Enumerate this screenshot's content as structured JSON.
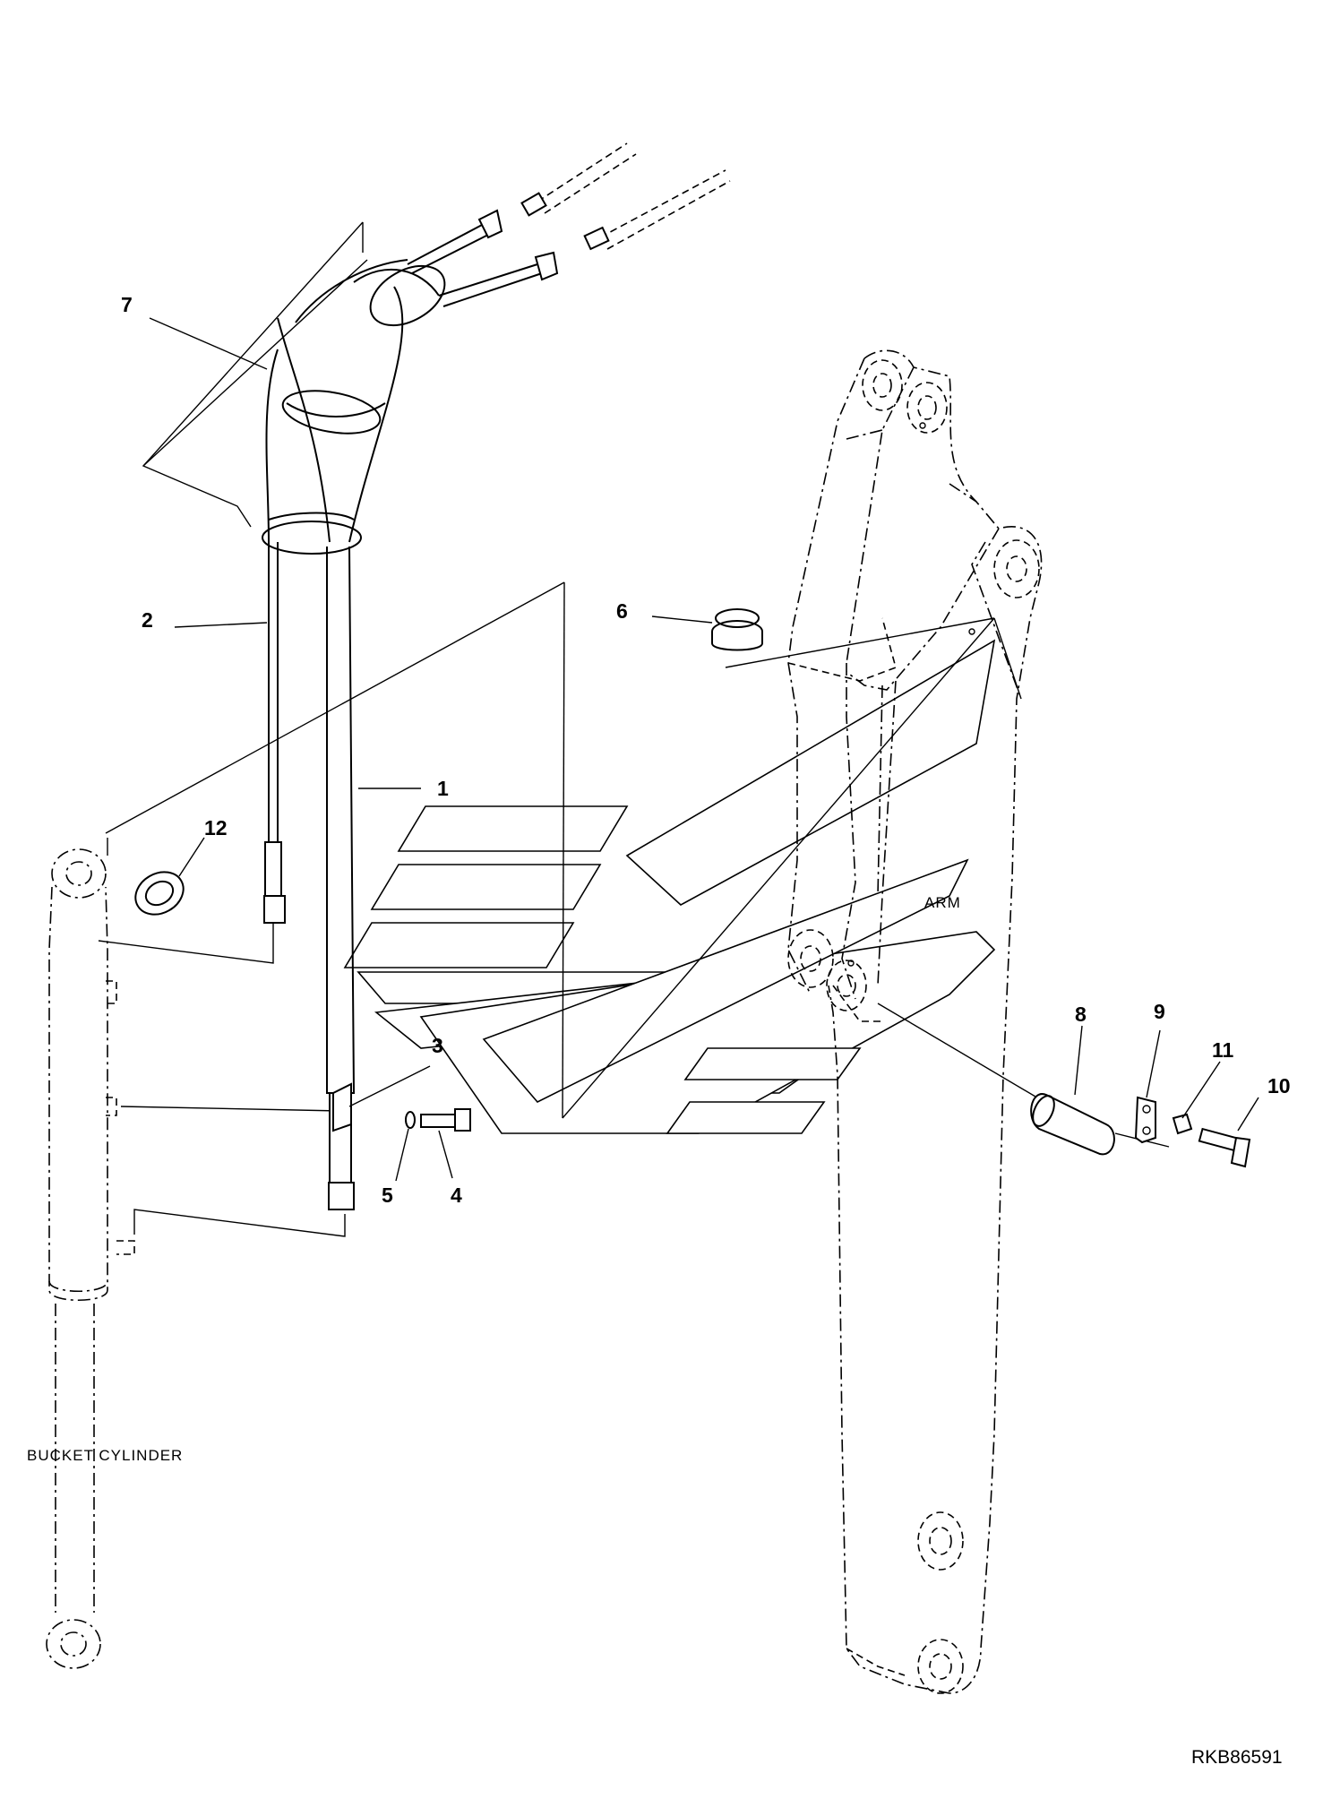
{
  "diagram": {
    "callouts": {
      "c1": "1",
      "c2": "2",
      "c3": "3",
      "c4": "4",
      "c5": "5",
      "c6": "6",
      "c7": "7",
      "c8": "8",
      "c9": "9",
      "c10": "10",
      "c11": "11",
      "c12": "12"
    },
    "labels": {
      "arm": "ARM",
      "bucket_cylinder": "BUCKET CYLINDER"
    },
    "reference_code": "RKB86591"
  }
}
